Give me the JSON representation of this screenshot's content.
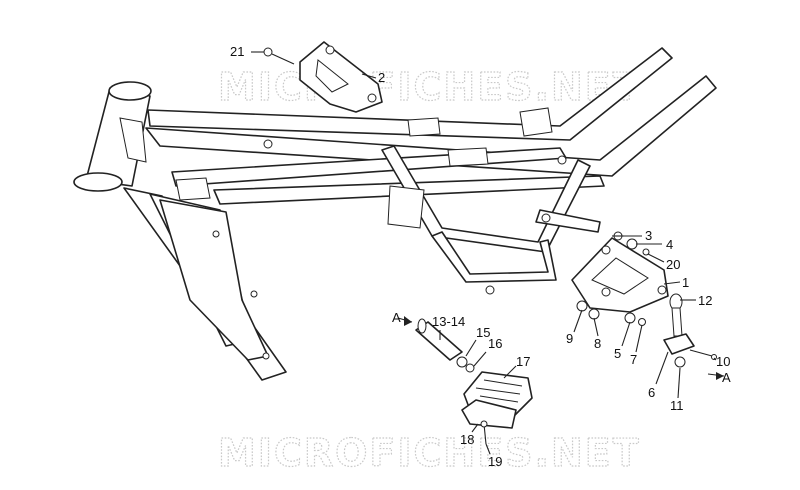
{
  "watermark": {
    "top": "MICROFICHES.NET",
    "bottom": "MICROFICHES.NET"
  },
  "callouts": {
    "c21": "21",
    "c2": "2",
    "c3": "3",
    "c4": "4",
    "c20": "20",
    "c1": "1",
    "c12": "12",
    "c9": "9",
    "c8": "8",
    "c5": "5",
    "c7": "7",
    "c10": "10",
    "cA2": "A",
    "c6": "6",
    "c11": "11",
    "cA1": "A",
    "c13_14": "13-14",
    "c15": "15",
    "c16": "16",
    "c17": "17",
    "c18": "18",
    "c19": "19"
  }
}
